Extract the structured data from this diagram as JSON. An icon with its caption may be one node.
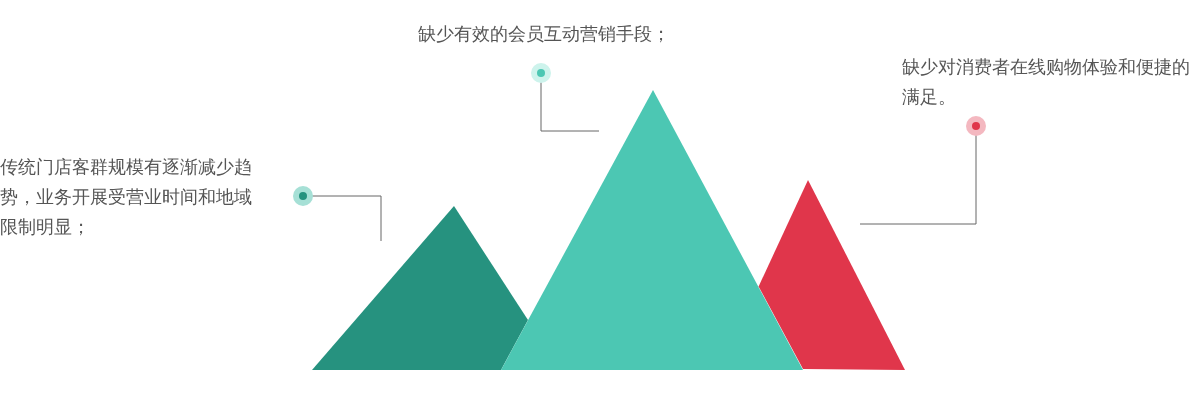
{
  "diagram": {
    "nodes": [
      {
        "text": [
          "传统门店客群规模有逐渐减少趋势，业务开展受营业时间和地域限制明显；"
        ]
      },
      {
        "text": [
          "缺少有效的会员互动营销手段；"
        ]
      },
      {
        "text": [
          "缺少对消费者在线购物体验和便捷的满足。"
        ]
      },
      {
        "text": [],
        "shape": "triangle"
      },
      {
        "text": [],
        "shape": "triangle"
      },
      {
        "text": [],
        "shape": "triangle"
      }
    ],
    "edges": [
      {
        "from": 0,
        "to": 3,
        "arrow": "other"
      },
      {
        "from": 1,
        "to": 4,
        "arrow": "other"
      },
      {
        "from": 2,
        "to": 5,
        "arrow": "other"
      }
    ]
  }
}
